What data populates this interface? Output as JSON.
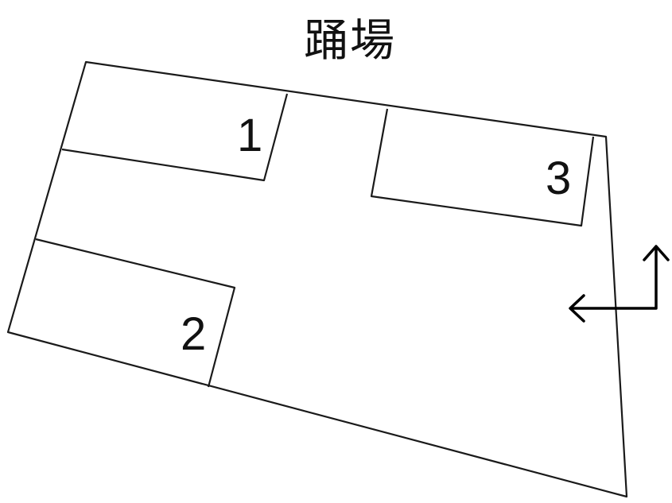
{
  "title": "踊場",
  "blocks": [
    {
      "id": "1",
      "label": "1"
    },
    {
      "id": "2",
      "label": "2"
    },
    {
      "id": "3",
      "label": "3"
    }
  ],
  "arrow": {
    "description": "corner arrow: up and left"
  },
  "colors": {
    "line": "#1a1a1a",
    "background": "#ffffff"
  }
}
